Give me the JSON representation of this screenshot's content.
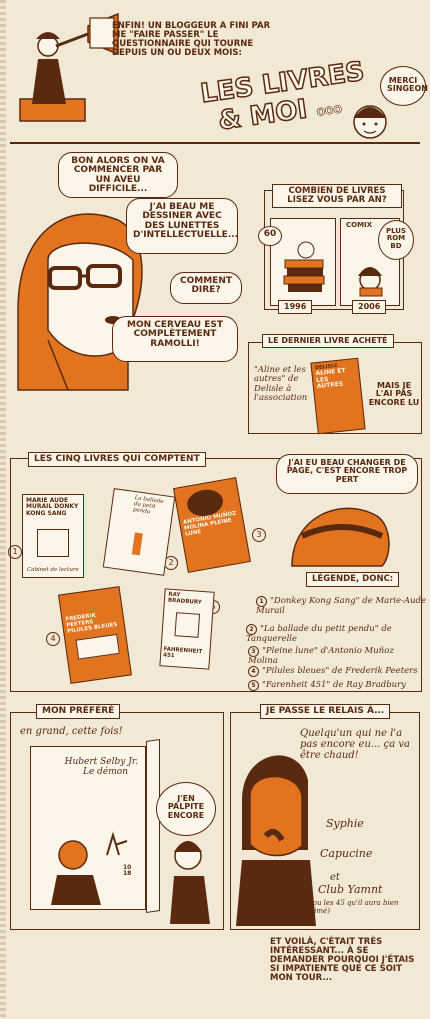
{
  "header": {
    "intro": "ENFIN! UN BLOGGEUR A FINI PAR ME \"FAIRE PASSER\" LE QUESTIONNAIRE QUI TOURNE DEPUIS UN OU DEUX MOIS:",
    "title_line1": "LES LIVRES",
    "title_line2": "& MOI",
    "dots": "ooo",
    "thanks": "MERCI SINGEON"
  },
  "intro_scene": {
    "bubble1": "BON ALORS ON VA COMMENCER PAR UN AVEU DIFFICILE...",
    "bubble2": "J'AI BEAU ME DESSINER AVEC DES LUNETTES D'INTELLECTUELLE...",
    "bubble3": "COMMENT DIRE?",
    "bubble4": "MON CERVEAU EST COMPLÈTEMENT RAMOLLI!"
  },
  "how_many": {
    "title": "COMBIEN DE LIVRES LISEZ VOUS PAR AN?",
    "count_then": "60",
    "count_now_a": "COMIX",
    "count_now_b": "PLUS ROM BD",
    "year_then": "1996",
    "year_now": "2006"
  },
  "last_bought": {
    "title": "LE DERNIER LIVRE ACHETÉ",
    "caption": "\"Aline et les autres\" de Delisle à l'association",
    "book_author": "DELISLE",
    "book_title": "ALINE ET LES AUTRES",
    "aside": "MAIS JE L'AI PAS ENCORE LU"
  },
  "five_books": {
    "title": "LES CINQ LIVRES QUI COMPTENT",
    "bubble": "J'AI EU BEAU CHANGER DE PAGE, C'EST ENCORE TROP PERT",
    "book1": "Marie Aude Murail DONKY KONG SANG",
    "book1_footer": "Cabinet de lecture",
    "book2": "La ballade du petit pendu",
    "book3": "ANTONIO MUÑOZ MOLINA PLEINE LUNE",
    "book4": "FREDERIK PEETERS PILULES BLEUES",
    "book5_author": "RAY BRADBURY",
    "book5_title": "FAHRENHEIT 451",
    "legend_title": "LÉGENDE, DONC:",
    "legend": [
      {
        "n": "1",
        "text": "\"Donkey Kong Sang\" de Marie-Aude Murail"
      },
      {
        "n": "2",
        "text": "\"La ballade du petit pendu\" de Tanquerelle"
      },
      {
        "n": "3",
        "text": "\"Pleine lune\" d'Antonio Muñoz Molina"
      },
      {
        "n": "4",
        "text": "\"Pilules bleues\" de Frederik Peeters"
      },
      {
        "n": "5",
        "text": "\"Farenheit 451\" de Ray Bradbury"
      }
    ]
  },
  "favorite": {
    "title": "MON PRÉFÉRÉ",
    "caption": "en grand, cette fois!",
    "book_author": "Hubert Selby Jr.",
    "book_title": "Le démon",
    "book_edge": "10 18",
    "bubble": "J'EN PALPITE ENCORE"
  },
  "relay": {
    "title": "JE PASSE LE RELAIS À...",
    "caption": "Quelqu'un qui ne l'a pas encore eu... ça va être chaud!",
    "name1": "Syphie",
    "name2": "Capucine",
    "and": "et",
    "name3": "Club Yamnt",
    "note": "(ou les 45 qu'il aura bien aimé)"
  },
  "footer": {
    "text": "ET VOILÀ, C'ÉTAIT TRÈS INTÉRESSANT... À SE DEMANDER POURQUOI J'ÉTAIS SI IMPATIENTE QUE CE SOIT MON TOUR..."
  },
  "colors": {
    "ink": "#5a2a10",
    "accent": "#e2741f",
    "paper": "#f1e8d6"
  }
}
